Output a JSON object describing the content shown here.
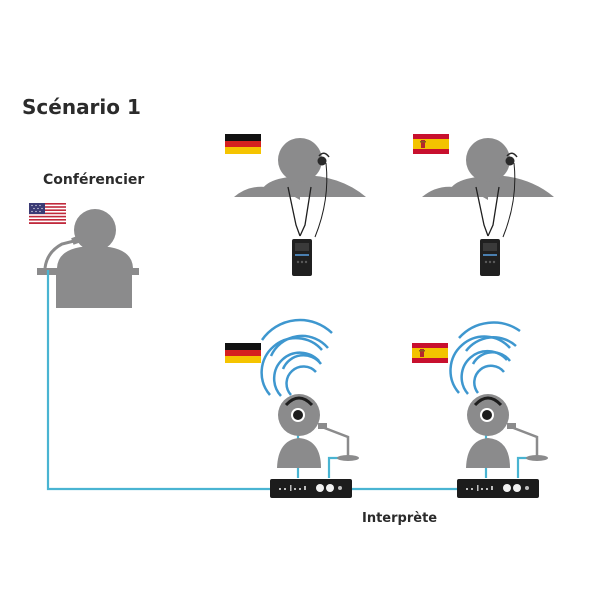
{
  "scenario_title": "Scénario 1",
  "speaker_label": "Conférencier",
  "interpreter_label": "Interprète",
  "colors": {
    "figure": "#8b8b8c",
    "cable": "#49b4d2",
    "wave": "#3e97cf",
    "device": "#1c1c1c",
    "text": "#2b2b2b"
  },
  "flags": {
    "speaker": "united-states-flag",
    "listener_left": "germany-flag",
    "listener_right": "spain-flag",
    "interpreter_left": "germany-flag",
    "interpreter_right": "spain-flag"
  }
}
